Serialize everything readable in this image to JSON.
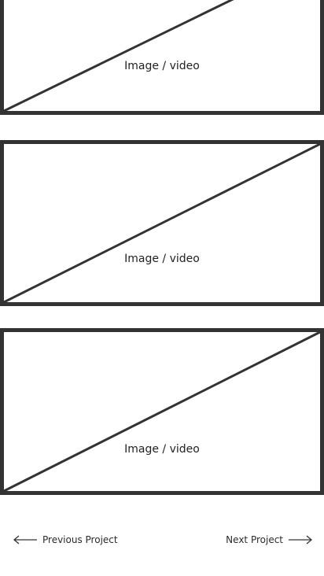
{
  "media": [
    {
      "label": "Image / video"
    },
    {
      "label": "Image / video"
    },
    {
      "label": "Image / video"
    }
  ],
  "nav": {
    "previous_label": "Previous Project",
    "next_label": "Next Project"
  }
}
